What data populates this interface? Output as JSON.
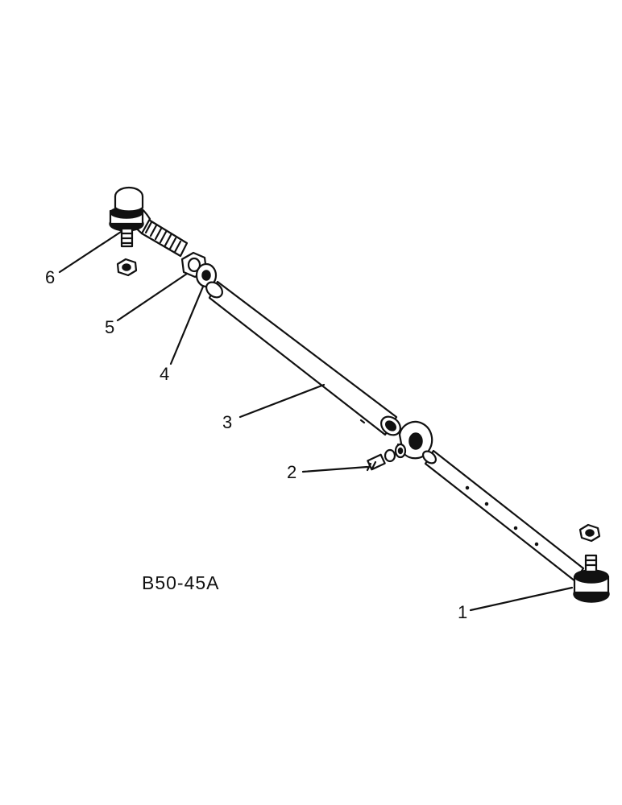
{
  "diagram": {
    "figure_id": "B50-45A",
    "callouts": [
      "1",
      "2",
      "3",
      "4",
      "5",
      "6"
    ]
  }
}
